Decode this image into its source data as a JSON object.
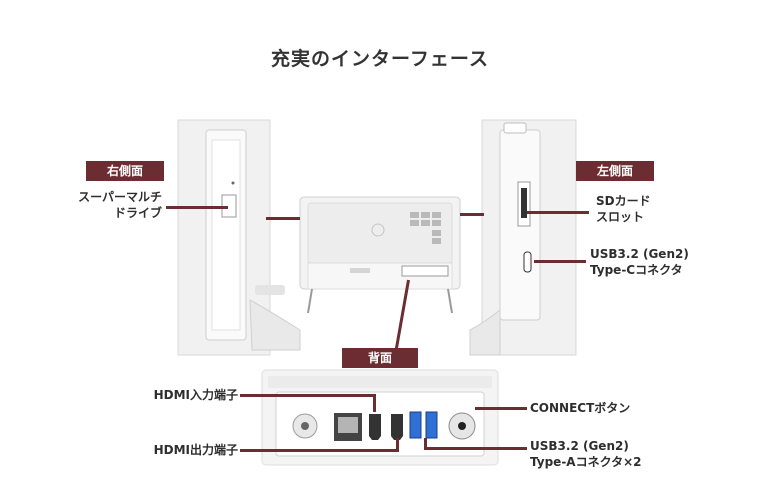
{
  "title": "充実のインターフェース",
  "badges": {
    "right_side": "右側面",
    "left_side": "左側面",
    "back": "背面"
  },
  "labels": {
    "super_multi_drive": [
      "スーパーマルチ",
      "ドライブ"
    ],
    "sd_card_slot": [
      "SDカード",
      "スロット"
    ],
    "usb_type_c": [
      "USB3.2 (Gen2)",
      "Type-Cコネクタ"
    ],
    "hdmi_in": "HDMI入力端子",
    "hdmi_out": "HDMI出力端子",
    "connect_button": "CONNECTボタン",
    "usb_type_a": [
      "USB3.2 (Gen2)",
      "Type-Aコネクタ×2"
    ]
  },
  "colors": {
    "accent": "#6b2d32",
    "device_body": "#f2f2f2",
    "usb_blue": "#2f6fd6"
  },
  "icons": [
    "optical-drive-icon",
    "ethernet-port-icon",
    "hdmi-port-icon",
    "usb-a-port-icon",
    "usb-c-port-icon",
    "sd-slot-icon",
    "power-jack-icon",
    "connect-button-icon"
  ]
}
